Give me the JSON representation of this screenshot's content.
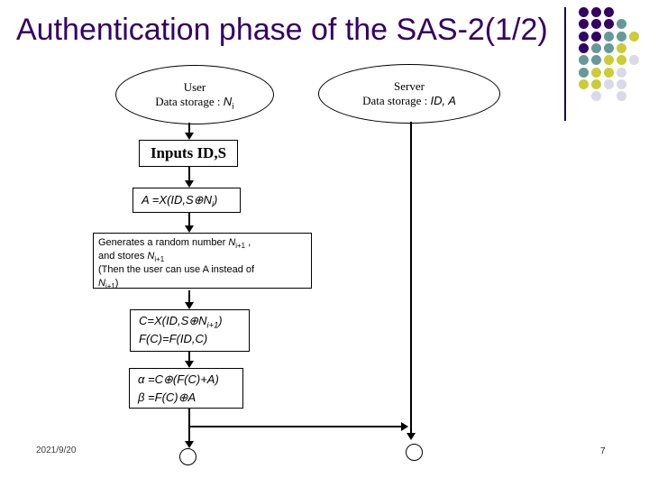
{
  "slide": {
    "title": "Authentication phase of the SAS-2(1/2)",
    "footer_date": "2021/9/20",
    "page_number": "7"
  },
  "actors": {
    "user": {
      "name": "User",
      "storage_segments": [
        [
          "Data storage : ",
          ""
        ],
        [
          "N",
          "i"
        ],
        [
          "i",
          "s"
        ]
      ]
    },
    "server": {
      "name": "Server",
      "storage_segments": [
        [
          "Data storage : ",
          ""
        ],
        [
          "ID, A",
          "i"
        ]
      ]
    }
  },
  "boxes": {
    "inputs": {
      "label": "Inputs ID,S"
    },
    "compute_a": {
      "lines": [
        [
          [
            "A =X(ID,S⊕N",
            ""
          ],
          [
            "i",
            "s"
          ],
          [
            ")",
            ""
          ]
        ]
      ]
    },
    "generate": {
      "lines": [
        [
          [
            "Generates a random number ",
            ""
          ],
          [
            "N",
            "i"
          ],
          [
            "i+1",
            "s"
          ],
          [
            " ,",
            ""
          ]
        ],
        [
          [
            "and stores ",
            ""
          ],
          [
            "N",
            "i"
          ],
          [
            "i+1",
            "s"
          ]
        ],
        [
          [
            "(Then the user can use A instead of",
            ""
          ]
        ],
        [
          [
            "N",
            "i"
          ],
          [
            "i+1",
            "s"
          ],
          [
            ")",
            ""
          ]
        ]
      ]
    },
    "compute_c": {
      "lines": [
        [
          [
            "C=X(ID,S⊕N",
            ""
          ],
          [
            "i+1",
            "s"
          ],
          [
            ")",
            ""
          ]
        ],
        [
          [
            "F(C)=F(ID,C)",
            ""
          ]
        ]
      ]
    },
    "alpha_beta": {
      "lines": [
        [
          [
            "α =C⊕(F(C)+A)",
            ""
          ]
        ],
        [
          [
            "β =F(C)⊕A",
            ""
          ]
        ]
      ]
    }
  },
  "decor": {
    "line_color": "#1c0a38",
    "dot_colors": {
      "P": "#330066",
      "T": "#669999",
      "Y": "#cccc33",
      "G": "#d9d9e8"
    },
    "dot_pattern": [
      "PPP..",
      "PPPT.",
      "PPTTY",
      "PTTY.",
      "TTYYG",
      "TYYG.",
      "YYGG.",
      ".G.G."
    ]
  }
}
